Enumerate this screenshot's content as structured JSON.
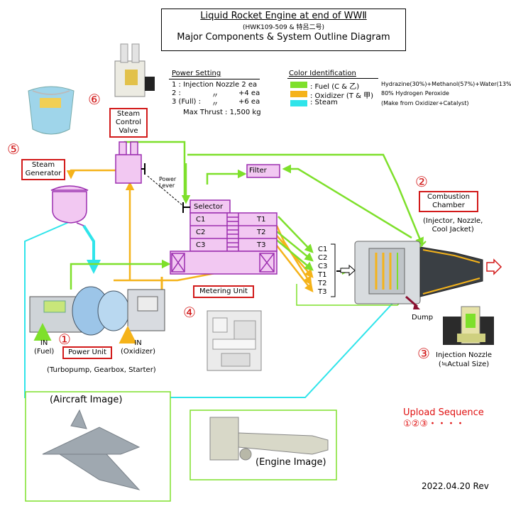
{
  "title": {
    "line1": "Liquid Rocket Engine at end of WWⅡ",
    "line2": "(HWK109-509 & 特呂二号)",
    "line3": "Major Components & System Outline Diagram"
  },
  "power_setting": {
    "heading": "Power Setting",
    "rows": [
      {
        "label": "1 : Injection Nozzle 2 ea"
      },
      {
        "label": "2 :",
        "mark": "〃",
        "value": "+4 ea"
      },
      {
        "label": "3 (Full) :",
        "mark": "〃",
        "value": "+6 ea"
      }
    ],
    "max_thrust": "Max Thrust : 1,500 kg"
  },
  "color_identification": {
    "heading": "Color Identification",
    "items": [
      {
        "color": "#7ee02b",
        "label": ": Fuel (C & 乙)",
        "note": "Hydrazine(30%)+Methanol(57%)+Water(13%)"
      },
      {
        "color": "#f5b31a",
        "label": ": Oxidizer (T & 甲)",
        "note": "80% Hydrogen Peroxide"
      },
      {
        "color": "#2fe4ea",
        "label": ": Steam",
        "note": "(Make from Oxidizer+Catalyst)"
      }
    ]
  },
  "components": {
    "c1": {
      "num": "①",
      "label": "Power Unit",
      "sub": "(Turbopump, Gearbox, Starter)"
    },
    "c2": {
      "num": "②",
      "label1": "Combustion",
      "label2": "Chamber",
      "sub1": "(Injector, Nozzle,",
      "sub2": "Cool Jacket)"
    },
    "c3": {
      "num": "③",
      "label1": "Injection Nozzle",
      "label2": "(≒Actual Size)"
    },
    "c4": {
      "num": "④",
      "label": "Metering Unit"
    },
    "c5": {
      "num": "⑤",
      "label1": "Steam",
      "label2": "Generator"
    },
    "c6": {
      "num": "⑥",
      "label1": "Steam",
      "label2": "Control",
      "label3": "Valve"
    }
  },
  "diagram_labels": {
    "filter": "Filter",
    "selector": "Selector",
    "metering_left": [
      "C1",
      "C2",
      "C3"
    ],
    "metering_right": [
      "T1",
      "T2",
      "T3"
    ],
    "manifold_lines": [
      "C1",
      "C2",
      "C3",
      "T1",
      "T2",
      "T3"
    ],
    "power_lever1": "Power",
    "power_lever2": "Lever",
    "dump": "Dump",
    "in_fuel1": "IN",
    "in_fuel2": "(Fuel)",
    "in_ox1": "IN",
    "in_ox2": "(Oxidizer)"
  },
  "images": {
    "aircraft": "(Aircraft Image)",
    "engine": "(Engine Image)"
  },
  "upload": {
    "line1": "Upload Sequence",
    "line2": "①②③・・・・"
  },
  "revision": "2022.04.20 Rev",
  "colors": {
    "fuel": "#7ee02b",
    "oxidizer": "#f5b31a",
    "steam": "#2fe4ea",
    "unit_fill": "#f2c8f2",
    "unit_stroke": "#9c2fb0",
    "red": "#d21a1a"
  }
}
